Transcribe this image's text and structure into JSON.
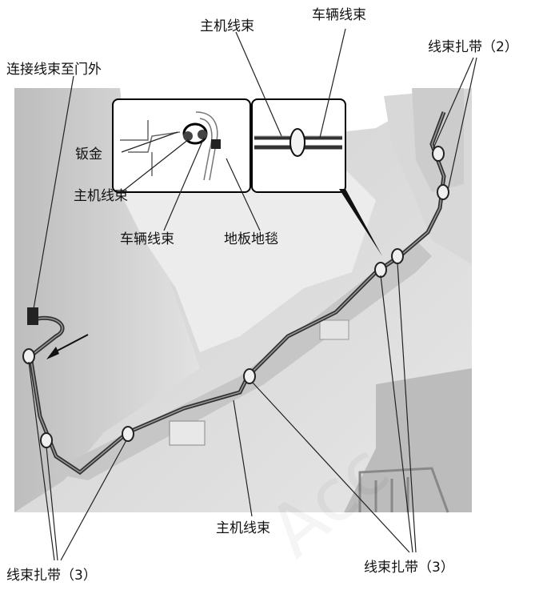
{
  "labels": {
    "main_harness_top": "主机线束",
    "vehicle_harness_top": "车辆线束",
    "harness_tie_2": "线束扎带（2）",
    "connect_outside": "连接线束至门外",
    "sheet_metal": "钣金",
    "main_harness_inset": "主机线束",
    "vehicle_harness_inset": "车辆线束",
    "floor_carpet": "地板地毯",
    "main_harness_bottom": "主机线束",
    "harness_tie_3_left": "线束扎带（3）",
    "harness_tie_3_right": "线束扎带（3）"
  },
  "colors": {
    "harness": "#333333",
    "background_panel": "#d4d4d4",
    "inset_border": "#000000"
  },
  "watermark": "Acc"
}
